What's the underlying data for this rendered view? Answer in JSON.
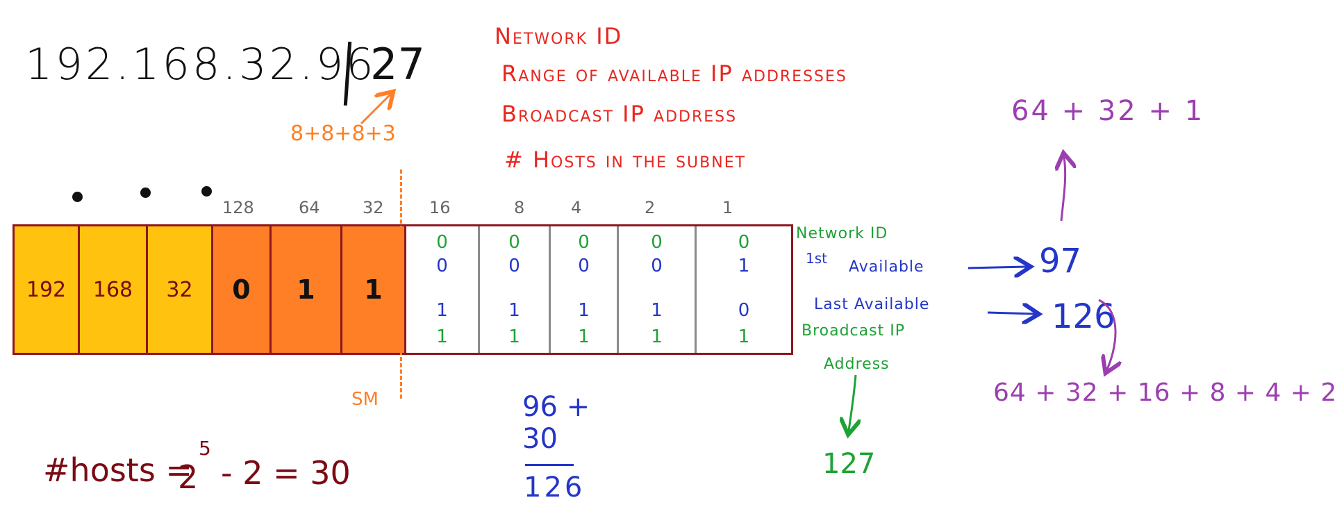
{
  "ip": {
    "address": "192.168.32.96",
    "prefix": "27",
    "prefix_sum": "8+8+8+3"
  },
  "tasks": [
    "Network ID",
    "Range of available IP addresses",
    "Broadcast IP address",
    "# Hosts in the subnet"
  ],
  "bit_weights": [
    "128",
    "64",
    "32",
    "16",
    "8",
    "4",
    "2",
    "1"
  ],
  "octets": [
    "192",
    "168",
    "32"
  ],
  "network_bits": [
    "0",
    "1",
    "1"
  ],
  "host_rows": {
    "network_id": [
      "0",
      "0",
      "0",
      "0",
      "0"
    ],
    "first_available": [
      "0",
      "0",
      "0",
      "0",
      "1"
    ],
    "last_available": [
      "1",
      "1",
      "1",
      "1",
      "0"
    ],
    "broadcast": [
      "1",
      "1",
      "1",
      "1",
      "1"
    ]
  },
  "subnet_mask_label": "SM",
  "row_labels": {
    "network_id": "Network ID",
    "first_available_sup": "1st",
    "first_available": "Available",
    "last_available": "Last Available",
    "broadcast_line1": "Broadcast IP",
    "broadcast_line2": "Address"
  },
  "results": {
    "first": "97",
    "last": "126",
    "broadcast": "127"
  },
  "sums": {
    "first": "64 + 32 + 1",
    "last": "64 + 32 + 16 + 8 + 4 + 2"
  },
  "addition": {
    "line1": "96 +",
    "line2": "30",
    "result": "126"
  },
  "hosts_formula": {
    "prefix": "#hosts =",
    "base": "2",
    "exponent": "5",
    "rest": "- 2 = 30"
  },
  "colors": {
    "octet": "#ffc20e",
    "network_bits": "#ff7f27",
    "border": "#8e1620",
    "red": "#e8261f",
    "green": "#1ea235",
    "blue": "#2436c8",
    "purple": "#9b3fb0"
  }
}
